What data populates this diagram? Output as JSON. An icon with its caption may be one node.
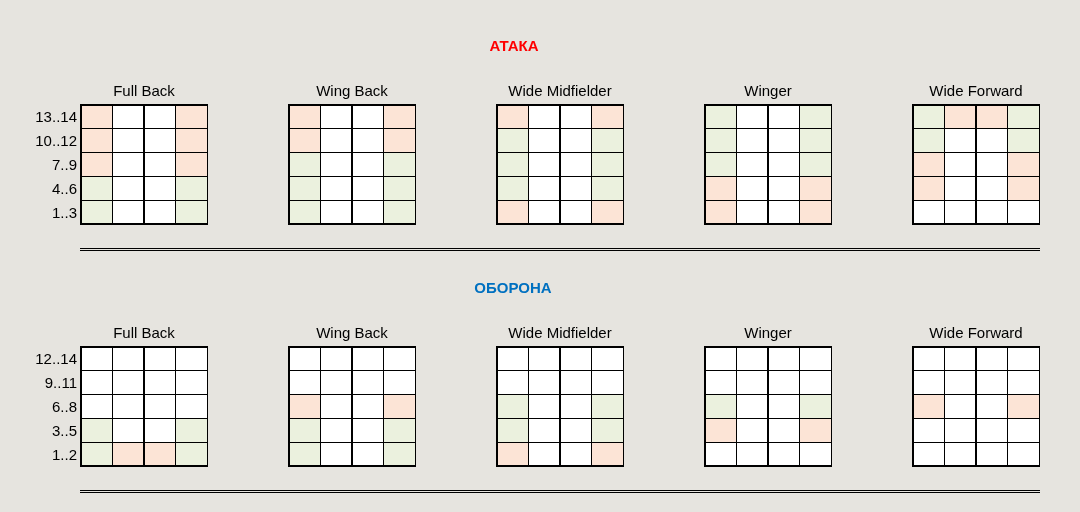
{
  "diagram": {
    "nodes": [
      {
        "text": [
          "Full Back"
        ]
      },
      {
        "text": [
          "Wing Back"
        ]
      },
      {
        "text": [
          "Wide Midfielder"
        ]
      },
      {
        "text": [
          "Winger"
        ]
      },
      {
        "text": [
          "Wide Forward"
        ]
      },
      {
        "text": [
          "Full Back"
        ]
      },
      {
        "text": [
          "Wing Back"
        ]
      },
      {
        "text": [
          "Wide Midfielder"
        ]
      },
      {
        "text": [
          "Winger"
        ]
      },
      {
        "text": [
          "Wide Forward"
        ]
      }
    ],
    "labels": [
      "АТАКА",
      "13..14",
      "10..12",
      "7..9",
      "4..6",
      "1..3",
      "ОБОРОНА",
      "12..14",
      "9..11",
      "6..8",
      "3..5",
      "1..2"
    ]
  }
}
